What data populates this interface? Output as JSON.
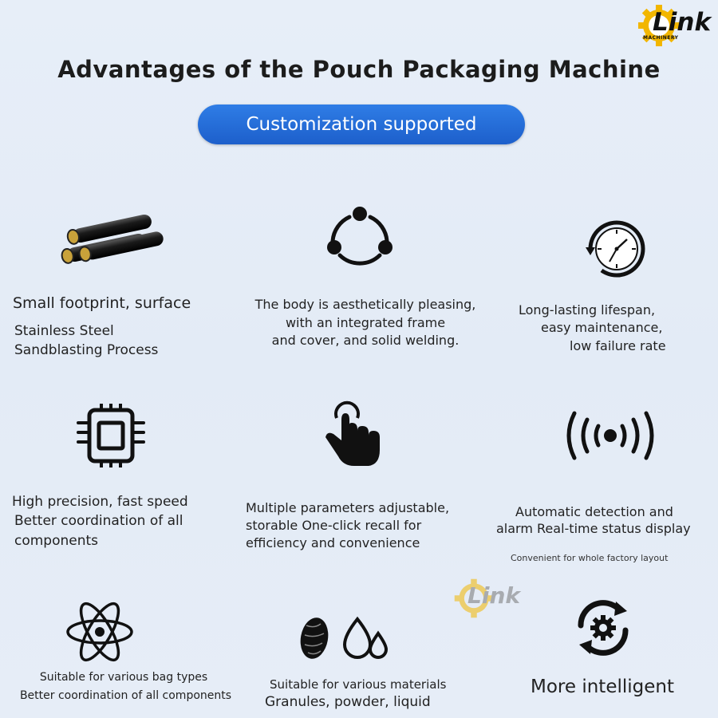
{
  "brand": {
    "logo_text": "Link",
    "logo_sub": "MACHINERY",
    "accent": "#f2b600"
  },
  "header": {
    "title": "Advantages of the Pouch Packaging Machine",
    "pill": "Customization supported",
    "pill_color": "#2469d6"
  },
  "features": {
    "f1": {
      "icon": "steel-pipes-icon",
      "lines": [
        "Small footprint, surface",
        "Stainless Steel",
        "Sandblasting Process"
      ]
    },
    "f2": {
      "icon": "integrated-circle-icon",
      "lines": [
        "The body is aesthetically pleasing,",
        "with an integrated frame",
        "and cover, and solid welding."
      ]
    },
    "f3": {
      "icon": "clock-icon",
      "lines": [
        "Long-lasting lifespan,",
        "easy maintenance,",
        "low failure rate"
      ]
    },
    "f4": {
      "icon": "chip-icon",
      "lines": [
        "High precision, fast speed",
        "Better coordination of all",
        "components"
      ]
    },
    "f5": {
      "icon": "touch-finger-icon",
      "lines": [
        "Multiple parameters adjustable,",
        "storable One-click recall for",
        "efficiency and convenience"
      ]
    },
    "f6": {
      "icon": "signal-icon",
      "lines": [
        "Automatic detection and",
        "alarm  Real-time status display"
      ],
      "note": "Convenient for whole factory layout"
    },
    "f7": {
      "icon": "atom-icon",
      "lines": [
        "Suitable for various bag types",
        "Better coordination of all components"
      ]
    },
    "f8": {
      "icon": "granule-droplet-icon",
      "lines": [
        "Suitable for various materials",
        "Granules, powder, liquid"
      ]
    },
    "f9": {
      "icon": "gear-cycle-icon",
      "lines": [
        "More intelligent"
      ]
    }
  }
}
